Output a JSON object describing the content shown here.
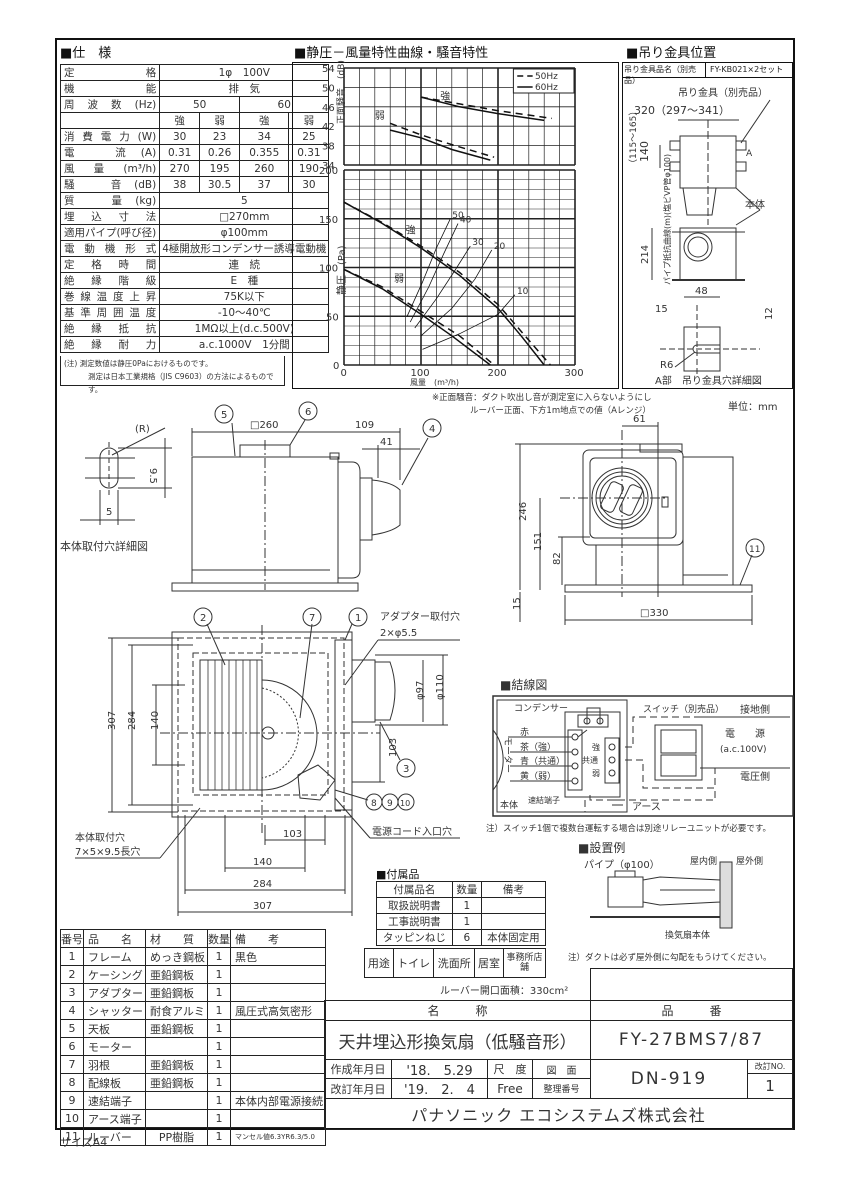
{
  "spec": {
    "title": "■仕　様",
    "rows": [
      {
        "label": "定　　　格",
        "values": [
          "1φ　100V"
        ]
      },
      {
        "label": "機　　　能",
        "values": [
          "排　気"
        ]
      },
      {
        "label": "周波数(Hz)",
        "values": [
          "50",
          "60"
        ]
      },
      {
        "label": "",
        "values": [
          "強",
          "弱",
          "強",
          "弱"
        ]
      },
      {
        "label": "消費電力(W)",
        "values": [
          "30",
          "23",
          "34",
          "25"
        ]
      },
      {
        "label": "電　流(A)",
        "values": [
          "0.31",
          "0.26",
          "0.355",
          "0.31"
        ]
      },
      {
        "label": "風量(m³/h)",
        "values": [
          "270",
          "195",
          "260",
          "190"
        ]
      },
      {
        "label": "騒　音(dB)",
        "values": [
          "38",
          "30.5",
          "37",
          "30"
        ]
      },
      {
        "label": "質　量(kg)",
        "values": [
          "5"
        ]
      },
      {
        "label": "埋込寸法",
        "values": [
          "□270mm"
        ]
      },
      {
        "label": "適用パイプ(呼び径)",
        "values": [
          "φ100mm"
        ]
      },
      {
        "label": "電動機形式",
        "values": [
          "4極開放形コンデンサー誘導電動機"
        ]
      },
      {
        "label": "定格時間",
        "values": [
          "連　続"
        ]
      },
      {
        "label": "絶縁階級",
        "values": [
          "E　種"
        ]
      },
      {
        "label": "巻線温度上昇",
        "values": [
          "75K以下"
        ]
      },
      {
        "label": "基準周囲温度",
        "values": [
          "-10～40℃"
        ]
      },
      {
        "label": "絶縁抵抗",
        "values": [
          "1MΩ以上(d.c.500V)"
        ]
      },
      {
        "label": "絶縁耐力",
        "values": [
          "a.c.1000V　1分間"
        ]
      }
    ],
    "note1": "(注) 測定数値は静圧0Paにおけるものです。",
    "note2": "測定は日本工業規格（JIS C9603）の方法によるものです。"
  },
  "chart_data": {
    "type": "line",
    "title": "■静圧－風量特性曲線・騒音特性",
    "xlabel": "風量　(m³/h)",
    "xlim": [
      0,
      300
    ],
    "xticks": [
      "0",
      "100",
      "200",
      "300"
    ],
    "legend": {
      "placement": "top-right",
      "entries": [
        "50Hz",
        "60Hz"
      ]
    },
    "noise": {
      "ylabel": "正面騒音　(dB)",
      "ylim": [
        34,
        54
      ],
      "yticks": [
        "34",
        "38",
        "42",
        "46",
        "50",
        "54"
      ],
      "labels": {
        "strong": "強",
        "weak": "弱"
      },
      "series": [
        {
          "name": "強 50Hz",
          "dash": true,
          "points": [
            [
              100,
              48
            ],
            [
              150,
              46.6
            ],
            [
              200,
              45.2
            ],
            [
              270,
              43.6
            ]
          ]
        },
        {
          "name": "強 60Hz",
          "dash": false,
          "points": [
            [
              100,
              48
            ],
            [
              150,
              46
            ],
            [
              200,
              44.6
            ],
            [
              260,
              43.2
            ]
          ]
        },
        {
          "name": "弱 50Hz",
          "dash": true,
          "points": [
            [
              60,
              42.6
            ],
            [
              100,
              40.2
            ],
            [
              140,
              38.2
            ],
            [
              195,
              35.6
            ]
          ]
        },
        {
          "name": "弱 60Hz",
          "dash": false,
          "points": [
            [
              60,
              41.2
            ],
            [
              100,
              39.6
            ],
            [
              140,
              37.2
            ],
            [
              190,
              35
            ]
          ]
        }
      ]
    },
    "pressure": {
      "ylabel": "静圧　(Pa)",
      "ylabel_right": "パイプ抵抗曲線(m)(塩ビVP管φ100)",
      "ylim": [
        0,
        200
      ],
      "yticks": [
        "0",
        "50",
        "100",
        "150",
        "200"
      ],
      "labels": {
        "strong": "強",
        "weak": "弱"
      },
      "series": [
        {
          "name": "強 50Hz",
          "dash": true,
          "points": [
            [
              0,
              167
            ],
            [
              50,
              146
            ],
            [
              100,
              122
            ],
            [
              150,
              95
            ],
            [
              200,
              62
            ],
            [
              235,
              30
            ],
            [
              268,
              0
            ]
          ]
        },
        {
          "name": "強 60Hz",
          "dash": false,
          "points": [
            [
              0,
              167
            ],
            [
              50,
              145
            ],
            [
              100,
              120
            ],
            [
              150,
              92
            ],
            [
              200,
              58
            ],
            [
              230,
              30
            ],
            [
              260,
              0
            ]
          ]
        },
        {
          "name": "弱 50Hz",
          "dash": true,
          "points": [
            [
              0,
              98
            ],
            [
              50,
              80
            ],
            [
              100,
              55
            ],
            [
              150,
              30
            ],
            [
              195,
              0
            ]
          ]
        },
        {
          "name": "弱 60Hz",
          "dash": false,
          "points": [
            [
              0,
              98
            ],
            [
              50,
              78
            ],
            [
              100,
              52
            ],
            [
              140,
              30
            ],
            [
              190,
              0
            ]
          ]
        }
      ],
      "pipe_curves": [
        {
          "label": "10",
          "points": [
            [
              102,
              16
            ],
            [
              150,
              32
            ],
            [
              200,
              52
            ],
            [
              222,
              72
            ]
          ]
        },
        {
          "label": "20",
          "points": [
            [
              100,
              30
            ],
            [
              140,
              58
            ],
            [
              170,
              88
            ],
            [
              192,
              118
            ]
          ]
        },
        {
          "label": "30",
          "points": [
            [
              92,
              38
            ],
            [
              120,
              68
            ],
            [
              145,
              98
            ],
            [
              164,
              122
            ]
          ]
        },
        {
          "label": "40",
          "points": [
            [
              86,
              44
            ],
            [
              110,
              80
            ],
            [
              130,
              115
            ],
            [
              148,
              145
            ]
          ]
        },
        {
          "label": "50",
          "points": [
            [
              82,
              50
            ],
            [
              102,
              85
            ],
            [
              120,
              120
            ],
            [
              138,
              150
            ]
          ]
        }
      ]
    },
    "note1": "※正面騒音：ダクト吹出し音が測定室に入らないようにし",
    "note2": "ルーバー正面、下方1m地点での値（Aレンジ）"
  },
  "hanger": {
    "title": "■吊り金具位置",
    "name_label": "吊り金具品名（別売品）",
    "name_value": "FY-KB021×2セット",
    "bracket": "吊り金具（別売品）",
    "width": "320（297～341）",
    "pitch": "140",
    "pitch_range": "（115～165）",
    "body": "本体",
    "height": "214",
    "a": "A",
    "d48": "48",
    "d15": "15",
    "d12": "12",
    "r6": "R6",
    "detail": "A部　吊り金具穴詳細図"
  },
  "unit": "単位：mm",
  "drawings": {
    "b1": "1",
    "b2": "2",
    "b3": "3",
    "b4": "4",
    "b5": "5",
    "b6": "6",
    "b7": "7",
    "b8": "8",
    "b9": "9",
    "b10": "10",
    "b11": "11",
    "d260": "□260",
    "d109": "109",
    "d41": "41",
    "r": "(R)",
    "d95": "9.5",
    "d5": "5",
    "hole_detail": "本体取付穴詳細図",
    "d61": "61",
    "d246": "246",
    "d151": "151",
    "d82": "82",
    "d15": "15",
    "d330": "□330",
    "adapter_hole": "アダプター取付穴",
    "adapter_hole_size": "2×φ5.5",
    "d97": "φ97",
    "d110": "φ110",
    "d307": "307",
    "d284": "284",
    "d140": "140",
    "d103": "103",
    "cord_hole": "電源コード入口穴",
    "mount_hole": "本体取付穴",
    "mount_hole_size": "7×5×9.5長穴"
  },
  "wiring": {
    "title": "■結線図",
    "capacitor": "コンデンサー",
    "motor": "モーター",
    "red": "赤",
    "brown": "茶（強）",
    "blue": "青（共通）",
    "yellow": "黄（弱）",
    "t_strong": "強",
    "t_common": "共通",
    "t_weak": "弱",
    "terminal": "速結端子",
    "body": "本体",
    "switch": "スイッチ（別売品）",
    "ground_side": "接地側",
    "power": "電　　源",
    "power_v": "(a.c.100V)",
    "voltage_side": "電圧側",
    "earth": "アース",
    "note": "注）スイッチ1個で複数台運転する場合は別途リレーユニットが必要です。"
  },
  "install": {
    "title": "■設置例",
    "pipe": "パイプ（φ100）",
    "indoor": "屋内側",
    "outdoor": "屋外側",
    "fan_body": "換気扇本体",
    "note": "注）ダクトは必ず屋外側に勾配をもうけてください。"
  },
  "accessories": {
    "title": "■付属品",
    "headers": [
      "付属品名",
      "数量",
      "備考"
    ],
    "rows": [
      [
        "取扱説明書",
        "1",
        ""
      ],
      [
        "工事説明書",
        "1",
        ""
      ],
      [
        "タッピンねじ",
        "6",
        "本体固定用"
      ]
    ]
  },
  "usage": {
    "cells": [
      "用途",
      "トイレ",
      "洗面所",
      "居室",
      "事務所店舗"
    ]
  },
  "louver_area": "ルーバー開口面積：330cm²",
  "parts": {
    "headers": [
      "番号",
      "品　　名",
      "材　　質",
      "数量",
      "備　　考"
    ],
    "rows": [
      [
        "1",
        "フレーム",
        "めっき鋼板",
        "1",
        "黒色"
      ],
      [
        "2",
        "ケーシング",
        "亜鉛鋼板",
        "1",
        ""
      ],
      [
        "3",
        "アダプター",
        "亜鉛鋼板",
        "1",
        ""
      ],
      [
        "4",
        "シャッター",
        "耐食アルミ",
        "1",
        "風圧式高気密形"
      ],
      [
        "5",
        "天板",
        "亜鉛鋼板",
        "1",
        ""
      ],
      [
        "6",
        "モーター",
        "",
        "1",
        ""
      ],
      [
        "7",
        "羽根",
        "亜鉛鋼板",
        "1",
        ""
      ],
      [
        "8",
        "配線板",
        "亜鉛鋼板",
        "1",
        ""
      ],
      [
        "9",
        "速結端子",
        "",
        "1",
        "本体内部電源接続"
      ],
      [
        "10",
        "アース端子",
        "",
        "1",
        ""
      ],
      [
        "11",
        "ルーバー",
        "PP樹脂",
        "1",
        "マンセル値6.3YR6.3/5.0"
      ]
    ]
  },
  "titleblock": {
    "name_h": "名　　　称",
    "number_h": "品　　　番",
    "name": "天井埋込形換気扇（低騒音形）",
    "number": "FY-27BMS7/87",
    "created_l": "作成年月日",
    "created": "'18.　5.29",
    "scale_l": "尺　度",
    "scale": "Free",
    "revised_l": "改訂年月日",
    "revised": "'19.　2.　4",
    "drawing_l": "図　面",
    "drawing_l2": "整理番号",
    "drawing_no": "DN-919",
    "rev_l": "改訂NO.",
    "rev": "1",
    "company": "パナソニック エコシステムズ株式会社"
  },
  "size": "サイズA4"
}
